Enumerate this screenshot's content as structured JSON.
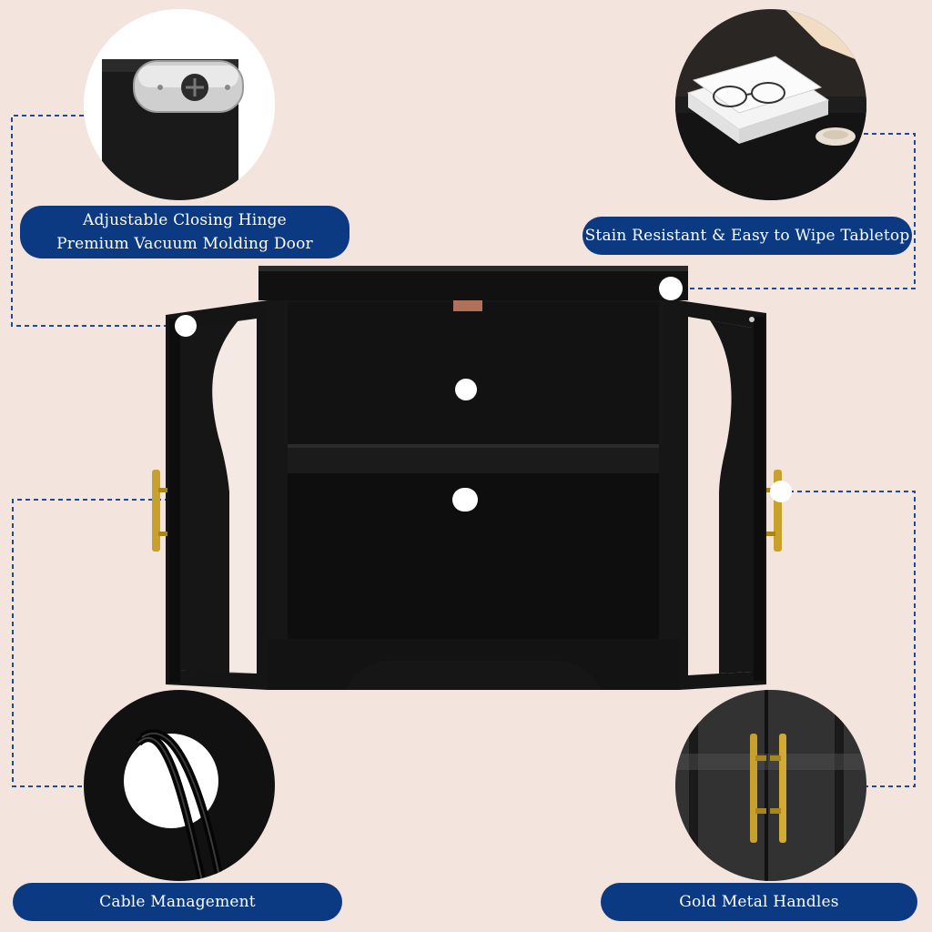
{
  "features": {
    "hinge": {
      "line1": "Adjustable Closing Hinge",
      "line2": "Premium Vacuum Molding Door"
    },
    "tabletop": {
      "label": "Stain Resistant & Easy to Wipe Tabletop"
    },
    "cable": {
      "label": "Cable Management"
    },
    "handles": {
      "label": "Gold Metal Handles"
    }
  },
  "colors": {
    "background": "#f3e4de",
    "label_bg": "#0b3a83",
    "cabinet": "#151515",
    "handle_gold": "#c8a12c",
    "dashed_line": "#1d4a9a"
  }
}
